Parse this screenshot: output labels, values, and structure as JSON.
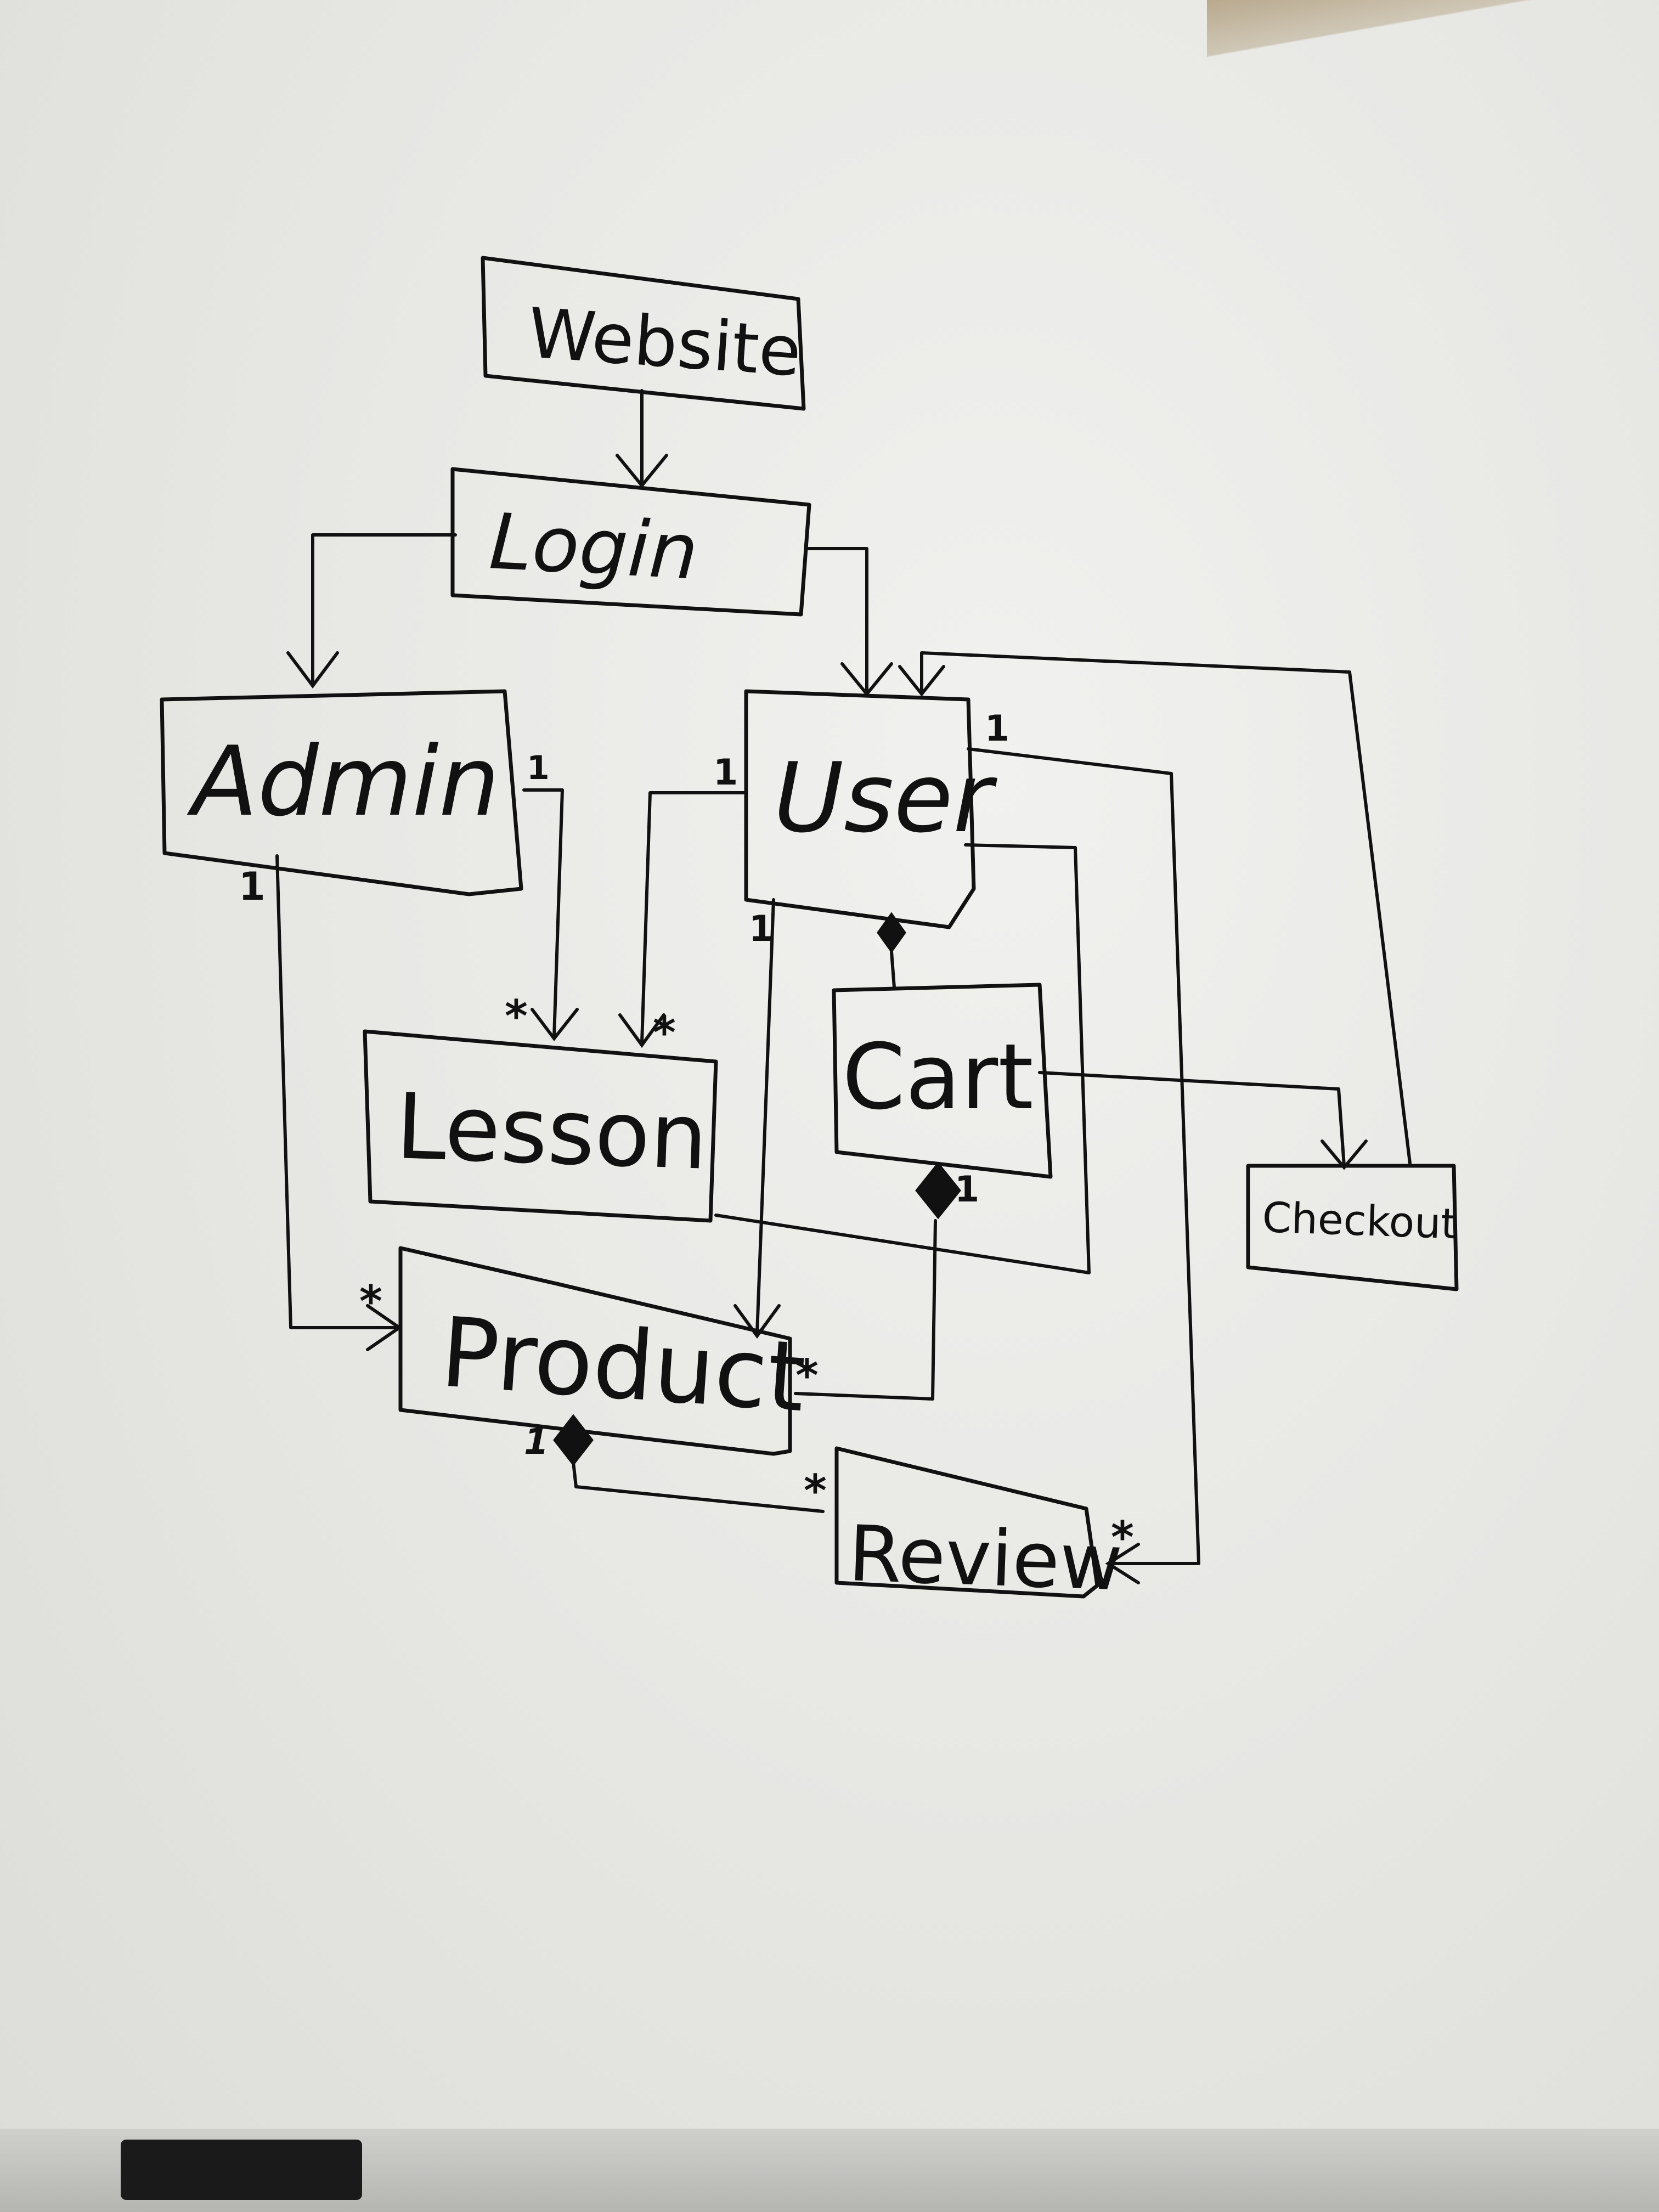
{
  "diagram": {
    "nodes": {
      "website": "Website",
      "login": "Login",
      "admin": "Admin",
      "user": "User",
      "lesson": "Lesson",
      "cart": "Cart",
      "checkout": "Checkout",
      "product": "Product",
      "review": "Review"
    },
    "multiplicities": {
      "admin_lesson_src": "1",
      "admin_lesson_dst": "*",
      "admin_product_src": "1",
      "admin_product_dst": "*",
      "user_lesson_src": "1",
      "user_lesson_dst": "*",
      "user_product_src": "1",
      "user_review_src": "1",
      "user_review_dst": "*",
      "cart_product_src": "1",
      "cart_product_dst": "*",
      "product_review_src": "1",
      "product_review_dst": "*"
    },
    "relationships": [
      {
        "from": "Website",
        "to": "Login",
        "kind": "arrow"
      },
      {
        "from": "Login",
        "to": "Admin",
        "kind": "arrow"
      },
      {
        "from": "Login",
        "to": "User",
        "kind": "arrow"
      },
      {
        "from": "Admin",
        "to": "Lesson",
        "kind": "arrow"
      },
      {
        "from": "Admin",
        "to": "Product",
        "kind": "arrow"
      },
      {
        "from": "User",
        "to": "Lesson",
        "kind": "arrow"
      },
      {
        "from": "User",
        "to": "Product",
        "kind": "arrow"
      },
      {
        "from": "User",
        "to": "Cart",
        "kind": "composition"
      },
      {
        "from": "User",
        "to": "Review",
        "kind": "arrow"
      },
      {
        "from": "Cart",
        "to": "Checkout",
        "kind": "arrow"
      },
      {
        "from": "Checkout",
        "to": "User",
        "kind": "arrow"
      },
      {
        "from": "Cart",
        "to": "Product",
        "kind": "composition"
      },
      {
        "from": "Product",
        "to": "Review",
        "kind": "composition"
      }
    ]
  }
}
